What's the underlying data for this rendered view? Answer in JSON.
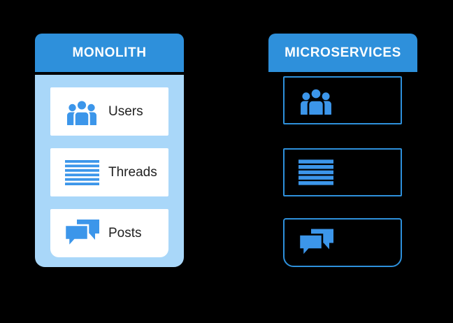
{
  "diagram": {
    "monolith": {
      "title": "MONOLITH",
      "services": [
        {
          "label": "Users",
          "icon": "users-icon"
        },
        {
          "label": "Threads",
          "icon": "threads-icon"
        },
        {
          "label": "Posts",
          "icon": "posts-icon"
        }
      ]
    },
    "microservices": {
      "title": "MICROSERVICES",
      "services": [
        {
          "icon": "users-icon"
        },
        {
          "icon": "threads-icon"
        },
        {
          "icon": "posts-icon"
        }
      ]
    }
  },
  "colors": {
    "background": "#000000",
    "header_bg": "#2E90DB",
    "header_text": "#FFFFFF",
    "panel_bg": "#A9D7F9",
    "card_bg": "#FFFFFF",
    "card_text": "#212121",
    "icon_blue": "#3C96EA",
    "box_border": "#2E90DB"
  }
}
